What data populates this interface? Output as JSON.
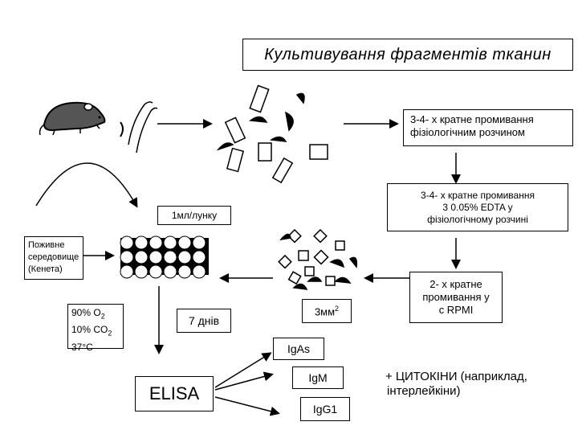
{
  "title": "Культивування фрагментів тканин",
  "wash1": {
    "line1": "3-4- х кратне промивання",
    "line2": "фізіологічним розчином"
  },
  "wash2": {
    "line1": "3-4- х кратне промивання",
    "line2": "3 0.05% EDTA у",
    "line3": "фізіологічному розчині"
  },
  "wash3": {
    "line1": "2- х кратне",
    "line2": "промивання у",
    "line3": "с RPMI"
  },
  "per_well": "1мл/лунку",
  "medium": {
    "line1": "Поживне",
    "line2": "середовище",
    "line3": "(Кенета)"
  },
  "conditions": {
    "o2_value": "90% O",
    "o2_sub": "2",
    "co2_value": "10% CO",
    "co2_sub": "2",
    "temp": "37°C"
  },
  "days": "7 днів",
  "fragment_size": {
    "value": "3мм",
    "sup": "2"
  },
  "elisa": "ELISA",
  "iga": "IgAs",
  "igm": "IgM",
  "igg1": "IgG1",
  "cytokines": {
    "line1": "+ ЦИТОКІНИ (наприклад,",
    "line2": "інтерлейкіни)"
  }
}
